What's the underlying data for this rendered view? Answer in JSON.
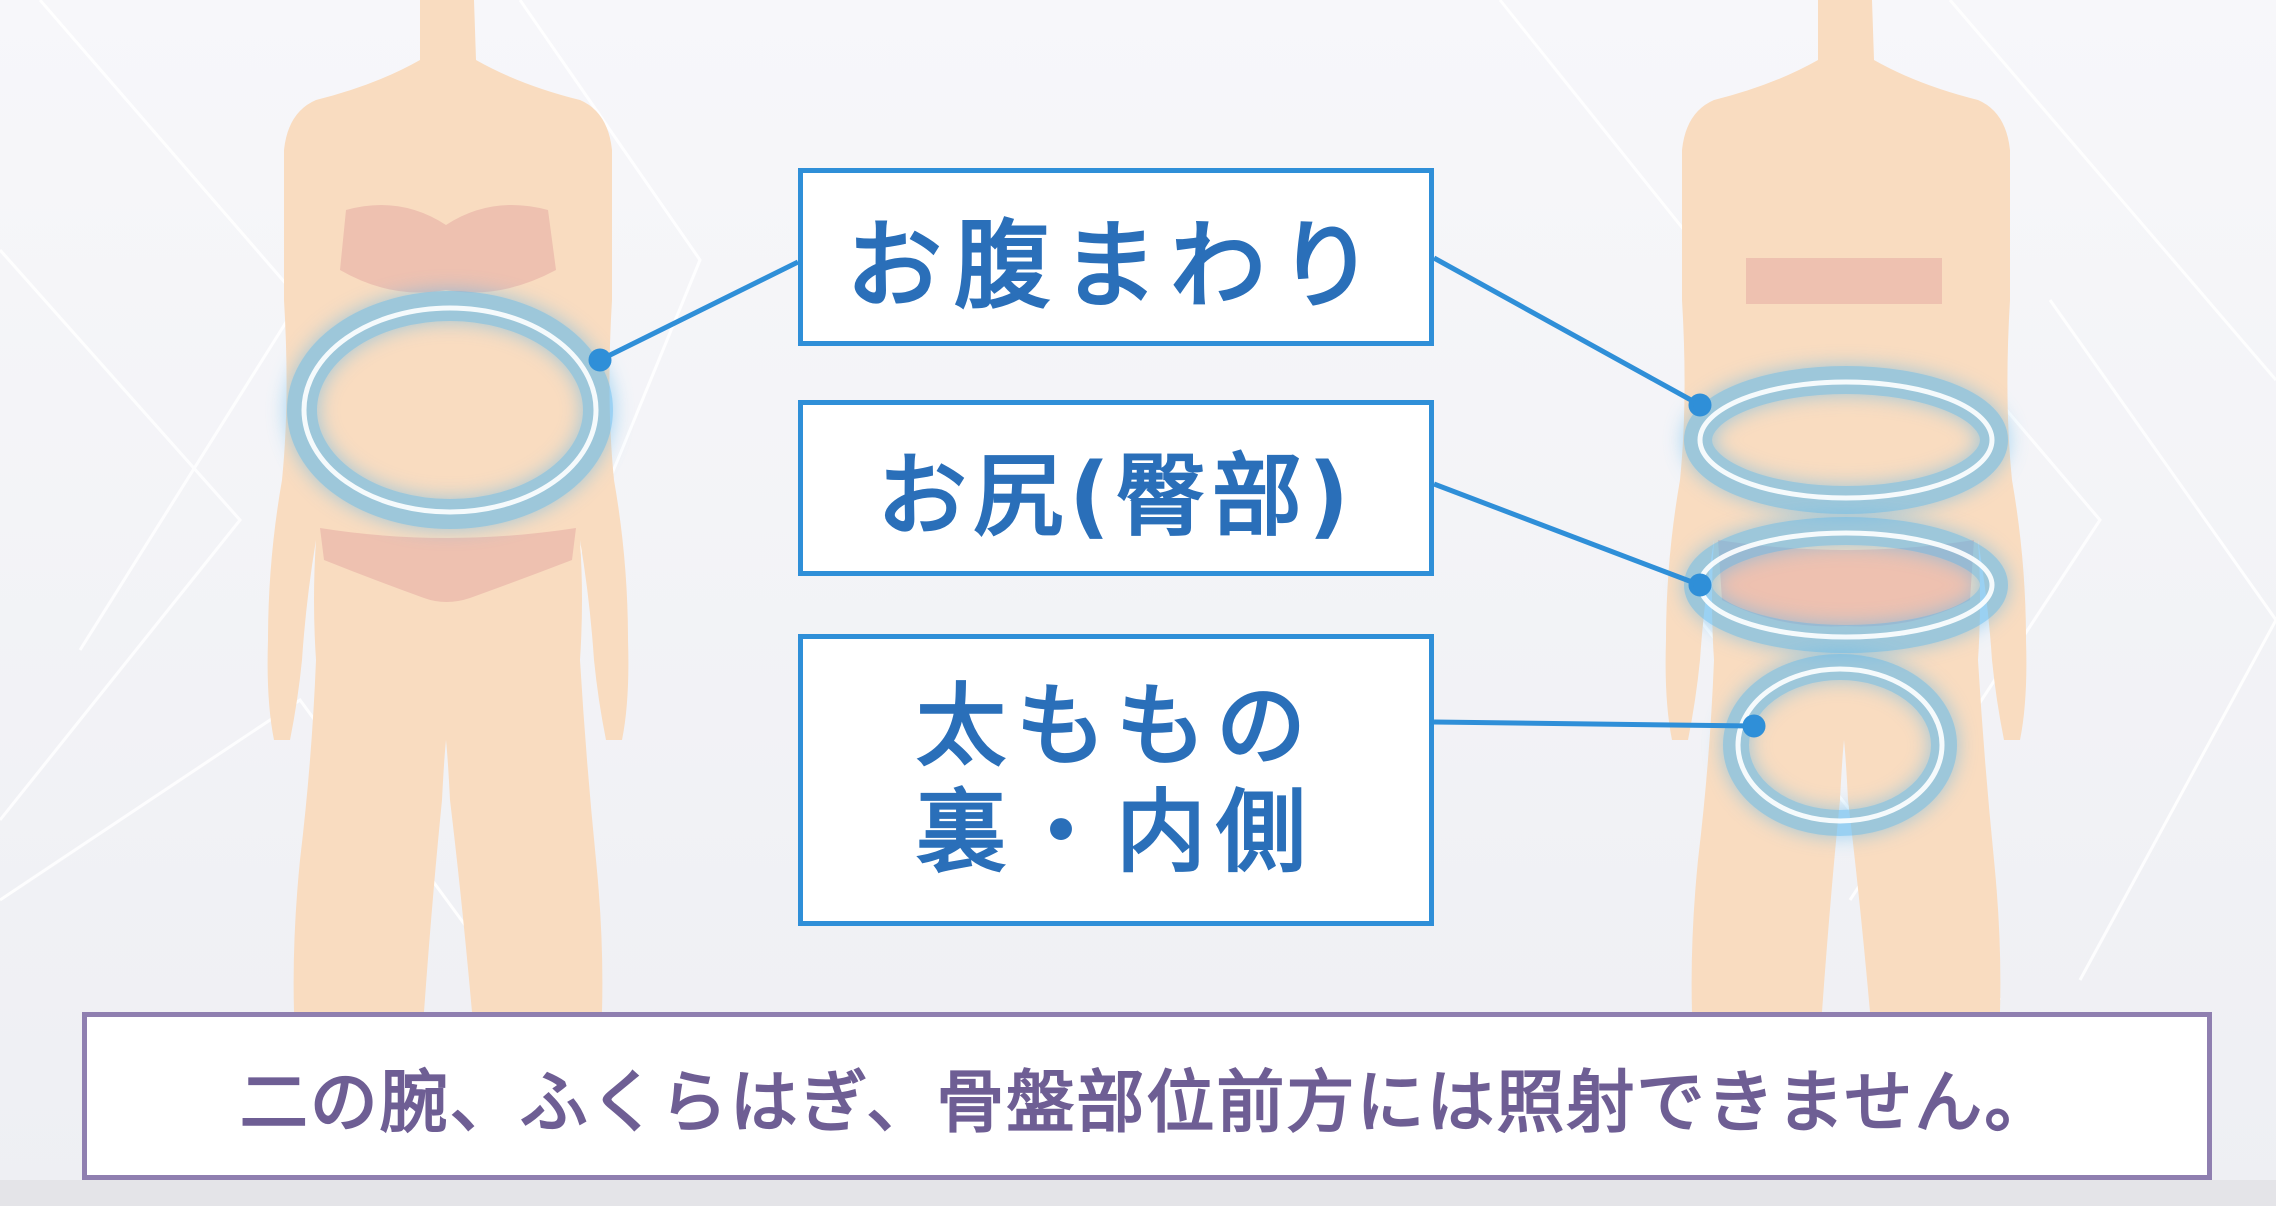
{
  "labels": {
    "abdomen": "お腹まわり",
    "buttocks": "お尻(臀部)",
    "thigh_line1": "太ももの",
    "thigh_line2": "裏・内側"
  },
  "notice": "二の腕、ふくらはぎ、骨盤部位前方には照射できません。",
  "colors": {
    "label_border": "#2f8fd8",
    "label_text": "#2a6fb9",
    "ring": "#52b6f0",
    "notice_border": "#8f7fb0",
    "notice_text": "#6e5e94",
    "skin": "#f9dcc0",
    "underwear": "#eec1b0"
  }
}
